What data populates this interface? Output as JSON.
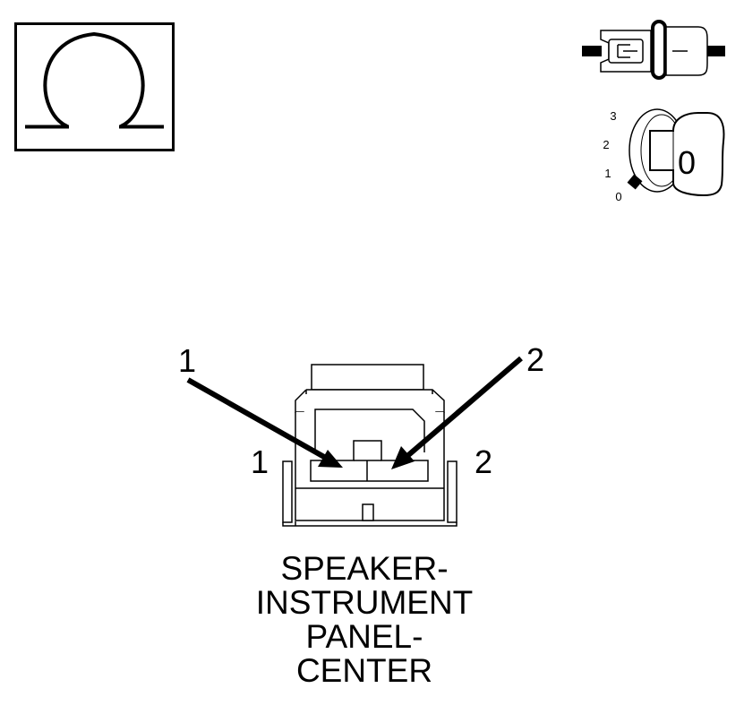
{
  "ignition": {
    "positions": [
      "3",
      "2",
      "1",
      "0"
    ],
    "key_label": "0"
  },
  "connector": {
    "callouts": [
      "1",
      "2"
    ],
    "side_labels": [
      "1",
      "2"
    ]
  },
  "caption": {
    "lines": [
      "SPEAKER-",
      "INSTRUMENT",
      "PANEL-",
      "CENTER"
    ]
  }
}
